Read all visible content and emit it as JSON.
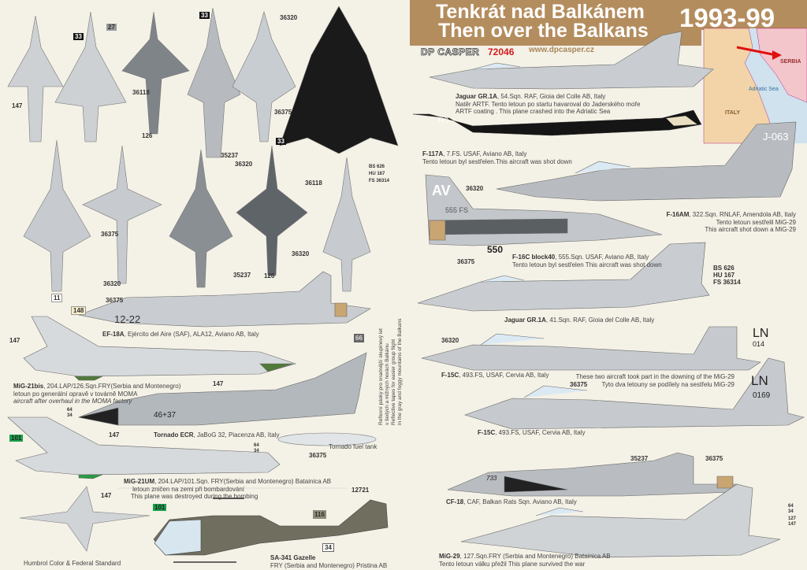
{
  "header": {
    "title_cz": "Tenkrát nad Balkánem",
    "title_en": "Then over the Balkans",
    "years": "1993-99",
    "brand": "DP CASPER",
    "kit_code": "72046",
    "url": "www.dpcasper.cz"
  },
  "map": {
    "italy": "ITALY",
    "serbia": "SERBIA",
    "sea": "Adriatic Sea"
  },
  "colors": {
    "band": "#b48d5e",
    "background": "#f4f1e6",
    "code": "#d21c1c"
  },
  "captions": {
    "jaguar54": {
      "name": "Jaguar GR.1A",
      "unit": ", 54.Sqn. RAF, Gioia del Colle AB, Italy",
      "line2": "Natěr ARTF. Tento letoun po startu havaroval do Jaderského moře",
      "line3": "ARTF coating . This plane crashed into the Adriatic Sea"
    },
    "f117": {
      "name": "F-117A",
      "unit": ", 7.FS. USAF, Aviano AB, Italy",
      "line2": "Tento letoun byl sestřelen.This aircraft was shot down"
    },
    "f16am": {
      "name": "F-16AM",
      "unit": ", 322.Sqn. RNLAF,  Amendola AB, Italy",
      "line2": "Tento letoun sestřelil MiG-29",
      "line3": "This aircraft shot down a MiG-29"
    },
    "f16c": {
      "name": "F-16C block40",
      "unit": ", 555.Sqn. USAF, Aviano AB, Italy",
      "line2": "Tento letoun byl sestřelen   This aircraft was shot down"
    },
    "jaguar41": {
      "name": "Jaguar GR.1A",
      "unit": ", 41.Sqn. RAF, Gioia del Colle AB, Italy"
    },
    "f15a": {
      "name": "F-15C",
      "unit": ", 493.FS, USAF, Cervia AB, Italy"
    },
    "f15note": {
      "line1": "These two aircraft took part in the downing of the MiG-29",
      "line2": "Tyto dva letouny se podílely na sestřelu MiG-29"
    },
    "f15b": {
      "name": "F-15C",
      "unit": ", 493.FS, USAF, Cervia AB, Italy"
    },
    "cf18": {
      "name": "CF-18",
      "unit": ", CAF, Balkan Rats Sqn. Aviano AB, Italy"
    },
    "mig29": {
      "name": "MiG-29",
      "unit": ", 127.Sqn.FRY (Serbia and Montenegro) Batainica AB",
      "line2": "Tento letoun válku přežil      This plane survived the war"
    },
    "ef18": {
      "name": "EF-18A",
      "unit": ", Ejército del Aire (SAF), ALA12, Aviano AB, Italy"
    },
    "mig21bis": {
      "name": "MiG-21bis",
      "unit": ", 204.LAP/126.Sqn.FRY(Serbia and Montenegro)",
      "line2": "letoun po generální opravě v továrně MOMA",
      "line3": "aircraft after overhaul in the MOMA factory"
    },
    "tornado": {
      "name": "Tornado ECR",
      "unit": ", JaBoG 32, Piacenza AB, Italy"
    },
    "tank": {
      "label": "Tornado fuel tank"
    },
    "mig21um": {
      "name": "MiG-21UM",
      "unit": ", 204.LAP/101.Sqn. FRY(Serbia and Montenegro) Batainica AB",
      "line2": "letoun zničen na zemi  při bombardování",
      "line3": "This plane was destroyed during the bombing"
    },
    "gazelle": {
      "name": "SA-341 Gazelle",
      "line2": "FRY (Serbia and Montenegro) Pristina AB"
    },
    "tapes": {
      "line1": "Reflexní pásky pro snadnější skupinový let",
      "line2": "v šedých a mlžných horách Balkánu",
      "line3": "Reflective tapes for easier group flight",
      "line4": "in the gray and foggy mountains of the Balkans"
    },
    "footer": "Humbrol Color  & Federal Standard"
  },
  "markings": {
    "ef18_code": "12-22",
    "tornado_code": "46+37",
    "f16c_tail": "AV",
    "f16c_sqn": "555 FS",
    "f16c_num": "550",
    "f16am_tail": "J-063",
    "f117_tail": "HO",
    "f15a_tail": "LN",
    "f15a_num": "014",
    "f15b_tail": "LN",
    "f15b_num": "0169",
    "cf18_num": "733",
    "gazelle_num": "12721",
    "jaguar_bs": "BS 626",
    "jaguar_hu": "HU 167",
    "jaguar_fs": "FS 36314",
    "top_bs": "BS 626",
    "top_hu": "HU 167",
    "top_fs": "FS 36314"
  },
  "color_refs": {
    "c36320a": "36320",
    "c36375a": "36375",
    "c36320b": "36320",
    "c36375b": "36375",
    "c36320c": "36320",
    "c36375c": "36375",
    "c35237a": "35237",
    "c36375d": "36375",
    "c147a": "147",
    "c147b": "147",
    "c147c": "147",
    "c147d": "147",
    "c147e": "147",
    "c36118a": "36118",
    "c36118b": "36118",
    "c126a": "126",
    "c126b": "126",
    "c35237b": "35237",
    "c35237c": "35237",
    "c36320d": "36320",
    "c36320e": "36320",
    "c36320f": "36320",
    "c36375e": "36375",
    "c36375f": "36375",
    "c36375g": "36375",
    "c36375h": "36375",
    "c33a": "33",
    "c33b": "33",
    "c33c": "33",
    "c27": "27",
    "c11": "11",
    "c148": "148",
    "c101a": "101",
    "c101b": "101",
    "c66": "66",
    "c116": "116",
    "c34": "34",
    "c64a": "64",
    "c34a": "34",
    "c64b": "64",
    "c34b": "34",
    "c127": "127",
    "c147f": "147",
    "c64c": "64",
    "c34c": "34"
  }
}
